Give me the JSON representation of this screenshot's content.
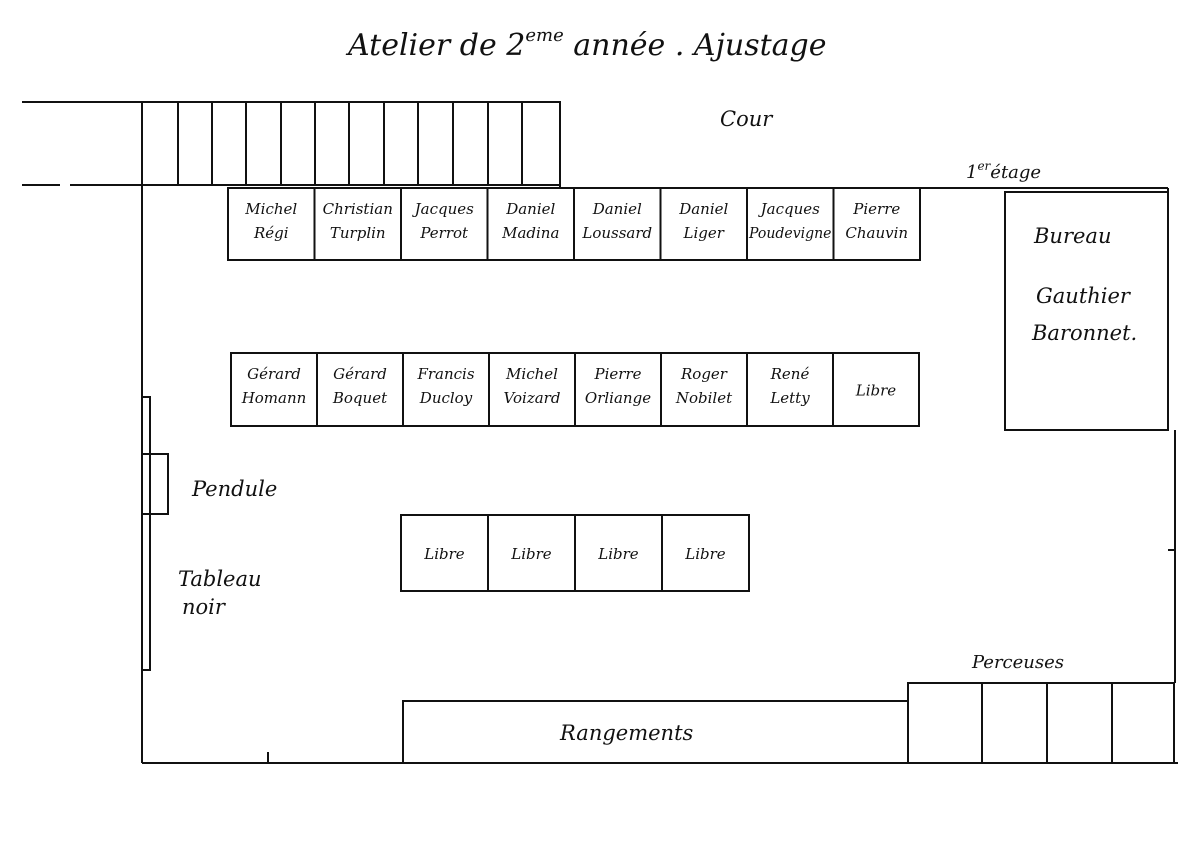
{
  "title": {
    "prefix": "Atelier de 2",
    "superscript": "eme",
    "suffix": " année . Ajustage"
  },
  "labels": {
    "cour": "Cour",
    "floor_number": "1",
    "floor_sup": "er",
    "floor_word": "étage",
    "pendule": "Pendule",
    "tableau_line1": "Tableau",
    "tableau_line2": "noir",
    "perceuses": "Perceuses",
    "rangements": "Rangements"
  },
  "office": {
    "line1": "Bureau",
    "line2": "Gauthier",
    "line3": "Baronnet."
  },
  "benches": {
    "row1": [
      [
        "Michel",
        "Régi"
      ],
      [
        "Christian",
        "Turplin"
      ],
      [
        "Jacques",
        "Perrot"
      ],
      [
        "Daniel",
        "Madina"
      ],
      [
        "Daniel",
        "Loussard"
      ],
      [
        "Daniel",
        "Liger"
      ],
      [
        "Jacques",
        "Poudevigne"
      ],
      [
        "Pierre",
        "Chauvin"
      ]
    ],
    "row2": [
      [
        "Gérard",
        "Homann"
      ],
      [
        "Gérard",
        "Boquet"
      ],
      [
        "Francis",
        "Ducloy"
      ],
      [
        "Michel",
        "Voizard"
      ],
      [
        "Pierre",
        "Orliange"
      ],
      [
        "Roger",
        "Nobilet"
      ],
      [
        "René",
        "Letty"
      ],
      [
        "Libre"
      ]
    ],
    "row3": [
      [
        "Libre"
      ],
      [
        "Libre"
      ],
      [
        "Libre"
      ],
      [
        "Libre"
      ]
    ]
  }
}
